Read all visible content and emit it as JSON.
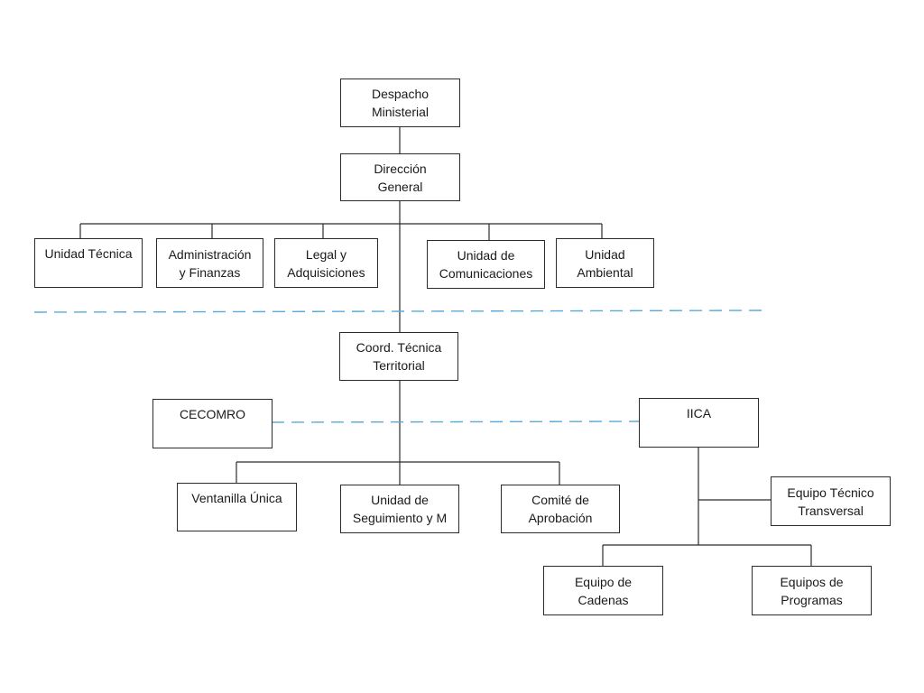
{
  "colors": {
    "line": "#2b2b2b",
    "dashed": "#5aa9d6",
    "box_border": "#2b2b2b"
  },
  "nodes": {
    "despacho": "Despacho\nMinisterial",
    "direccion": "Dirección\nGeneral",
    "unidad_tecnica": "Unidad Técnica",
    "administracion": "Administración\ny Finanzas",
    "legal": "Legal y\nAdquisiciones",
    "comunicaciones": "Unidad de\nComunicaciones",
    "ambiental": "Unidad\nAmbiental",
    "coord_tecnica": "Coord. Técnica\nTerritorial",
    "cecomro": "CECOMRO",
    "iica": "IICA",
    "ventanilla": "Ventanilla Única",
    "seguimiento": "Unidad de\nSeguimiento y M",
    "comite": "Comité de\nAprobación",
    "equipo_tecnico": "Equipo Técnico\nTransversal",
    "equipo_cadenas": "Equipo de\nCadenas",
    "equipos_programas": "Equipos de\nProgramas"
  }
}
